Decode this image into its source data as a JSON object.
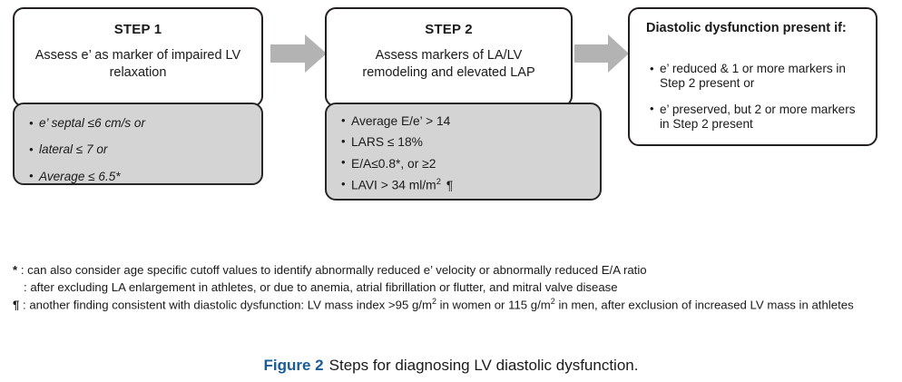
{
  "flow": {
    "step1": {
      "title": "STEP 1",
      "description": "Assess e’ as marker of impaired LV relaxation",
      "criteria": [
        "e’ septal ≤6 cm/s or",
        "lateral ≤ 7 or",
        "Average ≤ 6.5*"
      ]
    },
    "step2": {
      "title": "STEP 2",
      "description": "Assess markers of LA/LV remodeling and elevated LAP",
      "criteria": [
        "Average E/e’ > 14",
        "LARS ≤ 18%",
        "E/A≤0.8*, or  ≥2",
        "LAVI > 34 ml/m"
      ],
      "lavi_superscript": "2",
      "lavi_footnote_mark": "¶"
    },
    "result": {
      "title": "Diastolic dysfunction present if:",
      "criteria": [
        "e’ reduced & 1 or more markers in Step 2 present or",
        "e’ preserved, but 2 or more markers in Step 2 present"
      ]
    },
    "arrow1_name": "arrow-step1-to-step2",
    "arrow2_name": "arrow-step2-to-result"
  },
  "footnotes": [
    {
      "mark": "*",
      "text": ": can also consider age specific cutoff values to identify abnormally reduced e’ velocity or abnormally reduced E/A ratio"
    },
    {
      "mark": "",
      "text": ": after excluding LA enlargement in athletes, or due to anemia, atrial fibrillation or flutter, and mitral valve disease"
    },
    {
      "mark": "¶",
      "text": ": another finding consistent with diastolic dysfunction: LV mass index >95 g/m",
      "sup1": "2",
      "text2": " in women or 115 g/m",
      "sup2": "2",
      "text3": " in men, after exclusion of increased LV mass in athletes"
    }
  ],
  "caption": {
    "label": "Figure 2",
    "text": "Steps for diagnosing LV diastolic dysfunction."
  },
  "colors": {
    "shaded_box": "#d4d4d4",
    "border": "#231f20",
    "arrow": "#b3b3b3",
    "caption_label": "#1a5c96"
  }
}
